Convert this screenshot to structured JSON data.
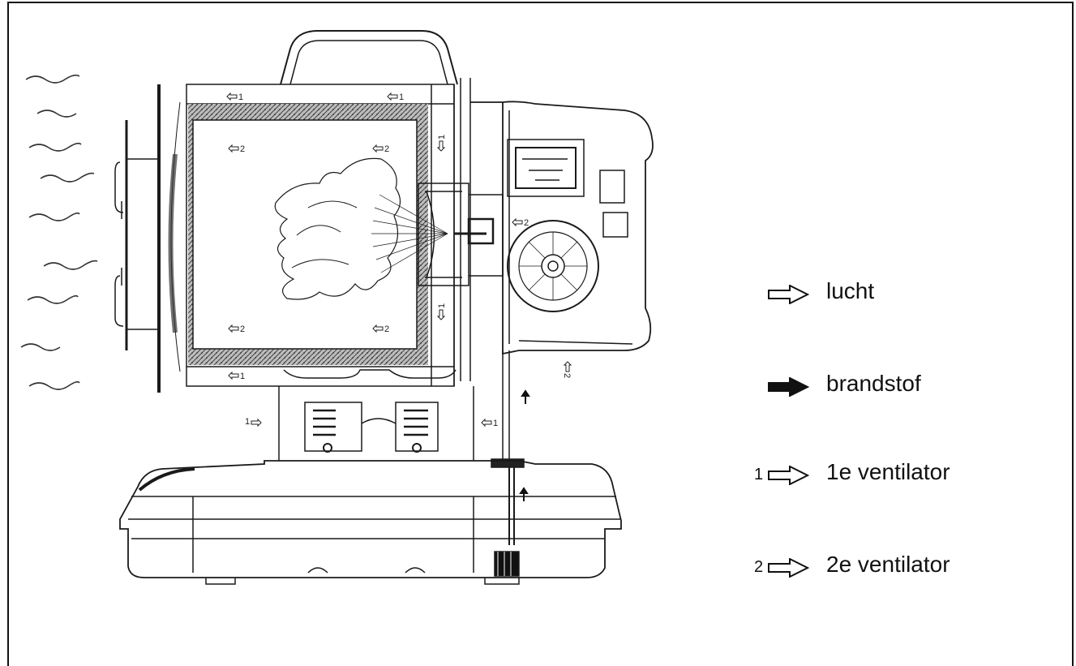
{
  "legend": [
    {
      "symbol": "outline-arrow-icon",
      "number": "",
      "label": "lucht"
    },
    {
      "symbol": "solid-arrow-icon",
      "number": "",
      "label": "brandstof"
    },
    {
      "symbol": "outline-arrow-icon",
      "number": "1",
      "label": "1e ventilator"
    },
    {
      "symbol": "outline-arrow-icon",
      "number": "2",
      "label": "2e ventilator"
    }
  ],
  "indicators": {
    "one": "1",
    "two": "2"
  },
  "colors": {
    "line": "#1a1a1a",
    "background": "#ffffff",
    "insulation": "#7a7a7a"
  }
}
